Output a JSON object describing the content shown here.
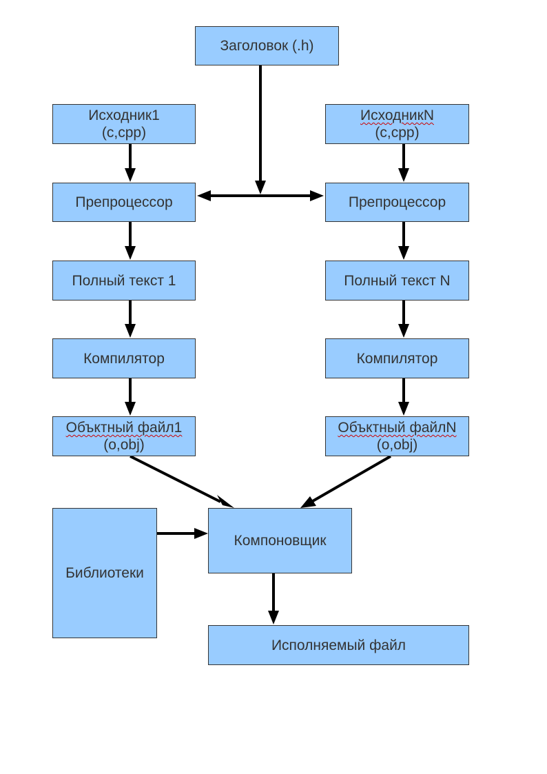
{
  "nodes": {
    "header": {
      "label": "Заголовок (.h)"
    },
    "source1": {
      "line1": "Исходник1",
      "line2": "(c,cpp)"
    },
    "sourceN": {
      "line1": "ИсходникN",
      "line2": "(c,cpp)"
    },
    "preprocessor1": {
      "label": "Препроцессор"
    },
    "preprocessorN": {
      "label": "Препроцессор"
    },
    "fulltext1": {
      "label": "Полный текст 1"
    },
    "fulltextN": {
      "label": "Полный текст N"
    },
    "compiler1": {
      "label": "Компилятор"
    },
    "compilerN": {
      "label": "Компилятор"
    },
    "object1": {
      "line1": "Объктный файл1",
      "line2": "(o,obj)"
    },
    "objectN": {
      "line1": "Объктный файлN",
      "line2": "(o,obj)"
    },
    "libraries": {
      "label": "Библиотеки"
    },
    "linker": {
      "label": "Компоновщик"
    },
    "executable": {
      "label": "Исполняемый файл"
    }
  },
  "colors": {
    "box_fill": "#99ccff",
    "box_border": "#333333",
    "text": "#333333",
    "arrow": "#000000",
    "spellcheck": "#cc0000"
  }
}
